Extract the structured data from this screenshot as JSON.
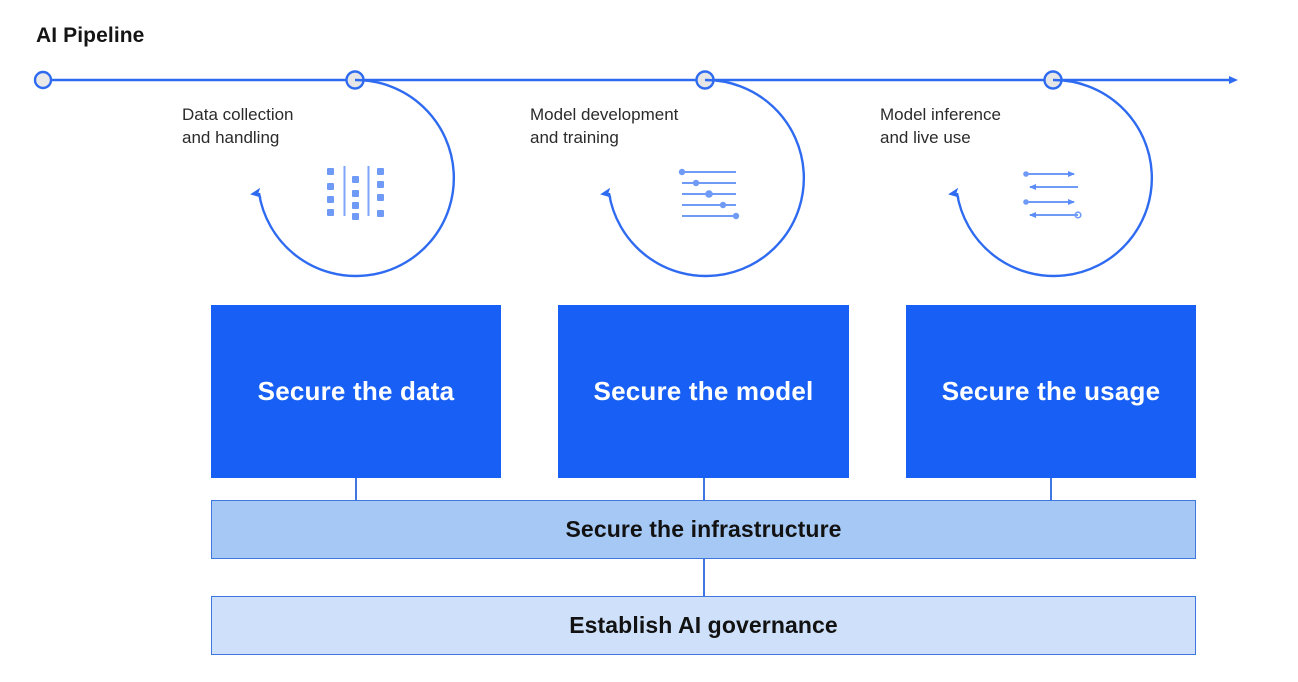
{
  "title": "AI Pipeline",
  "colors": {
    "timeline": "#2f6bf0",
    "node_fill": "#e6e6e6",
    "node_stroke": "#2f6bf0",
    "loop_stroke": "#2f6bf0",
    "icon": "#5b8df6",
    "secure_box_bg": "#1860f5",
    "secure_box_text": "#ffffff",
    "infra_bar_bg": "#a6c8f5",
    "gov_bar_bg": "#cfe1fa",
    "bar_border": "#3f76e0",
    "bar_text": "#121212",
    "stage_label_text": "#2b2b2b",
    "title_text": "#151515"
  },
  "timeline": {
    "start_marker": "circle-node-icon",
    "end_marker": "arrow-right-icon",
    "nodes": [
      {
        "name": "pipeline-start",
        "label": ""
      },
      {
        "name": "pipeline-stage-1",
        "label": "Data collection and handling"
      },
      {
        "name": "pipeline-stage-2",
        "label": "Model development and training"
      },
      {
        "name": "pipeline-stage-3",
        "label": "Model inference and live use"
      }
    ]
  },
  "stages": [
    {
      "label": "Data collection\nand handling",
      "icon": "data-grid-icon",
      "loop": "circular-loop-arrow-icon"
    },
    {
      "label": "Model development\nand training",
      "icon": "sliders-icon",
      "loop": "circular-loop-arrow-icon"
    },
    {
      "label": "Model inference\nand live use",
      "icon": "bidirectional-arrows-icon",
      "loop": "circular-loop-arrow-icon"
    }
  ],
  "secure_boxes": [
    {
      "label": "Secure the data"
    },
    {
      "label": "Secure the model"
    },
    {
      "label": "Secure the usage"
    }
  ],
  "foundation_bars": [
    {
      "label": "Secure the infrastructure"
    },
    {
      "label": "Establish AI governance"
    }
  ]
}
